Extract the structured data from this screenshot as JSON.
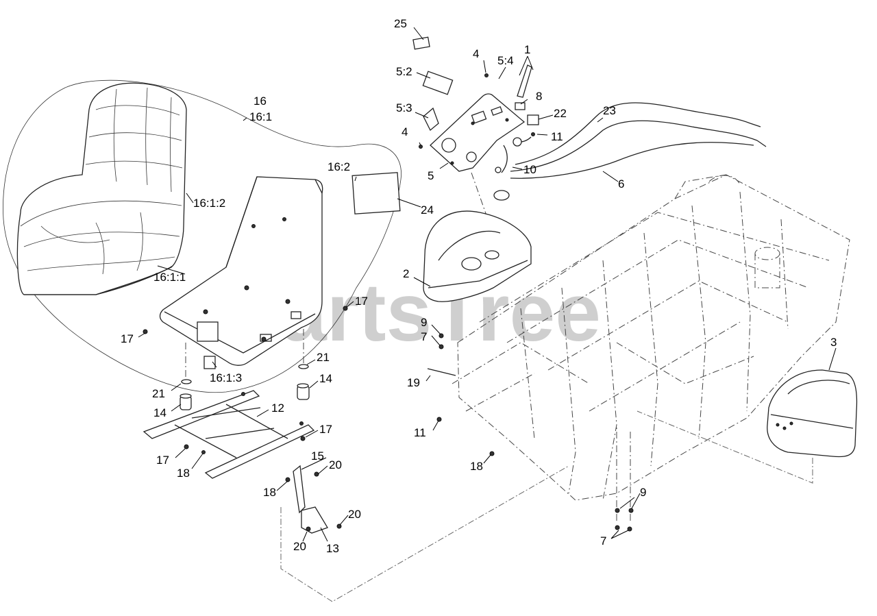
{
  "watermark": "PartsTree",
  "labels": [
    {
      "key": "l25",
      "text": "25"
    },
    {
      "key": "l4a",
      "text": "4"
    },
    {
      "key": "l54",
      "text": "5:4"
    },
    {
      "key": "l1",
      "text": "1"
    },
    {
      "key": "l52",
      "text": "5:2"
    },
    {
      "key": "l8",
      "text": "8"
    },
    {
      "key": "l16",
      "text": "16"
    },
    {
      "key": "l161",
      "text": "16:1"
    },
    {
      "key": "l53",
      "text": "5:3"
    },
    {
      "key": "l22",
      "text": "22"
    },
    {
      "key": "l23",
      "text": "23"
    },
    {
      "key": "l11a",
      "text": "11"
    },
    {
      "key": "l4b",
      "text": "4"
    },
    {
      "key": "l10",
      "text": "10"
    },
    {
      "key": "l5",
      "text": "5"
    },
    {
      "key": "l162",
      "text": "16:2"
    },
    {
      "key": "l6",
      "text": "6"
    },
    {
      "key": "l1612",
      "text": "16:1:2"
    },
    {
      "key": "l24",
      "text": "24"
    },
    {
      "key": "l2",
      "text": "2"
    },
    {
      "key": "l1611",
      "text": "16:1:1"
    },
    {
      "key": "l17a",
      "text": "17"
    },
    {
      "key": "l17b",
      "text": "17"
    },
    {
      "key": "l9a",
      "text": "9"
    },
    {
      "key": "l7a",
      "text": "7"
    },
    {
      "key": "l3",
      "text": "3"
    },
    {
      "key": "l21a",
      "text": "21"
    },
    {
      "key": "l1613",
      "text": "16:1:3"
    },
    {
      "key": "l19",
      "text": "19"
    },
    {
      "key": "l21b",
      "text": "21"
    },
    {
      "key": "l14a",
      "text": "14"
    },
    {
      "key": "l14b",
      "text": "14"
    },
    {
      "key": "l12",
      "text": "12"
    },
    {
      "key": "l11b",
      "text": "11"
    },
    {
      "key": "l17c",
      "text": "17"
    },
    {
      "key": "l17d",
      "text": "17"
    },
    {
      "key": "l15",
      "text": "15"
    },
    {
      "key": "l18a",
      "text": "18"
    },
    {
      "key": "l18b",
      "text": "18"
    },
    {
      "key": "l20a",
      "text": "20"
    },
    {
      "key": "l18c",
      "text": "18"
    },
    {
      "key": "l9b",
      "text": "9"
    },
    {
      "key": "l20b",
      "text": "20"
    },
    {
      "key": "l20c",
      "text": "20"
    },
    {
      "key": "l13",
      "text": "13"
    },
    {
      "key": "l7b",
      "text": "7"
    }
  ]
}
